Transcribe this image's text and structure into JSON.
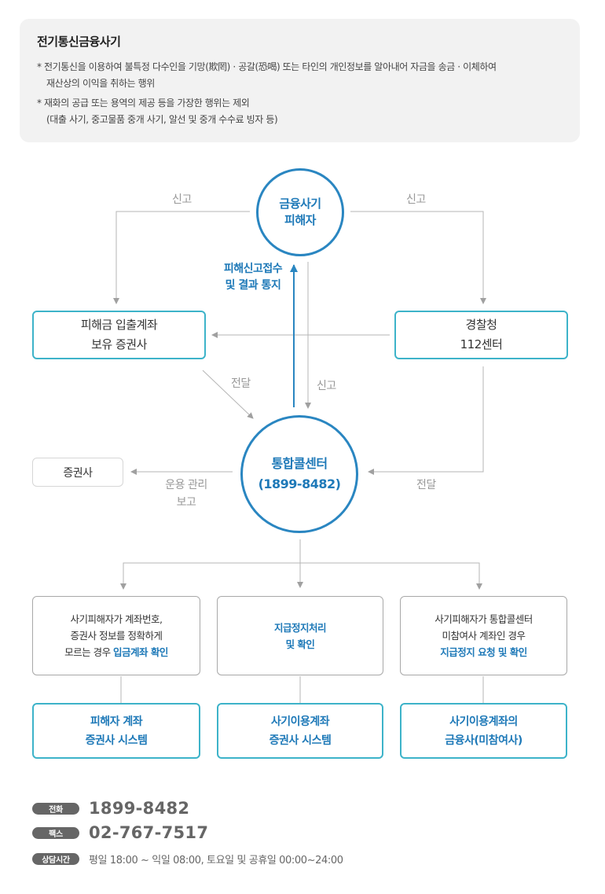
{
  "info": {
    "title": "전기통신금융사기",
    "note1_line1": "* 전기통신을 이용하여 불특정 다수인을 기망(欺罔) · 공갈(恐喝) 또는 타인의 개인정보를 알아내어 자금을 송금 · 이체하여",
    "note1_line2": "재산상의 이익을 취하는 행위",
    "note2_line1": "* 재화의 공급 또는 용역의 제공 등을 가장한 행위는 제외",
    "note2_line2": "(대출 사기, 중고물품 중개 사기, 알선 및 중개 수수료 빙자 등)"
  },
  "diagram": {
    "victim": {
      "line1": "금융사기",
      "line2": "피해자"
    },
    "call_center": {
      "line1": "통합콜센터",
      "line2": "(1899-8482)"
    },
    "deposit_broker": {
      "line1": "피해금 입출계좌",
      "line2": "보유 증권사"
    },
    "police": {
      "line1": "경찰청",
      "line2": "112센터"
    },
    "broker": "증권사",
    "labels": {
      "report_left": "신고",
      "report_right": "신고",
      "report_center": "신고",
      "victim_notice_line1": "피해신고접수",
      "victim_notice_line2": "및 결과 통지",
      "deliver_left": "전달",
      "deliver_right": "전달",
      "ops_line1": "운용 관리",
      "ops_line2": "보고"
    },
    "cases": [
      {
        "line1": "사기피해자가 계좌번호,",
        "line2": "증권사 정보를 정확하게",
        "line3_plain": "모르는 경우 ",
        "line3_highlight": "입금계좌 확인"
      },
      {
        "line1": "지급정지처리",
        "line2": "및 확인"
      },
      {
        "line1": "사기피해자가 통합콜센터",
        "line2": "미참여사 계좌인 경우",
        "line3_highlight": "지급정지 요청 및 확인"
      }
    ],
    "systems": [
      {
        "line1": "피해자 계좌",
        "line2": "증권사 시스템"
      },
      {
        "line1": "사기이용계좌",
        "line2": "증권사 시스템"
      },
      {
        "line1": "사기이용계좌의",
        "line2": "금융사(미참여사)"
      }
    ]
  },
  "contact": {
    "phone_label": "전화",
    "phone": "1899-8482",
    "fax_label": "팩스",
    "fax": "02-767-7517",
    "hours_label": "상담시간",
    "hours": "평일 18:00 ~ 익일 08:00, 토요일 및 공휴일 00:00~24:00"
  },
  "colors": {
    "accent": "#1e79b8",
    "teal_border": "#3db3c9",
    "line_gray": "#b5b5b5"
  }
}
